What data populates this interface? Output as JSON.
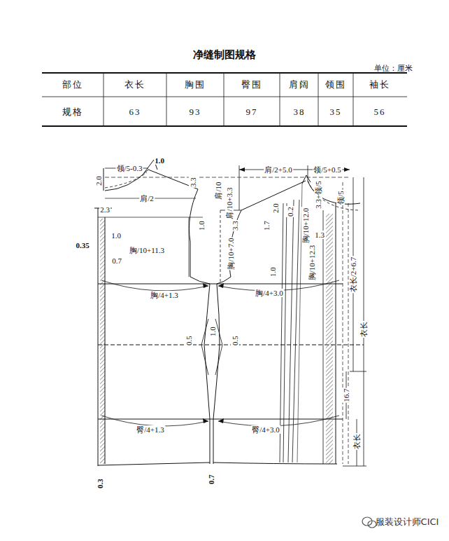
{
  "diagram": {
    "title": "净缝制图规格",
    "labels": [
      "单位：厘米",
      "部位",
      "衣长",
      "胸围",
      "臀围",
      "肩阔",
      "领围",
      "袖长",
      "规格",
      "63",
      "93",
      "97",
      "38",
      "35",
      "56",
      "领/5-0.3",
      "1.0",
      "2.0",
      "肩/2",
      "3.3",
      "2.3",
      "1.0",
      "0.35",
      "胸/10+11.3",
      "0.7",
      "1.0",
      "肩/10",
      "肩/10+3.3",
      "3.3",
      "胸/10+7.0",
      "1.7",
      "2.0",
      "0.2",
      "肩/2+5.0",
      "领/5+0.5",
      "3.3+领/5",
      "领/5",
      "胸/10+12.0",
      "1.3",
      "1.0",
      "胸/10+12.3",
      "衣长/2+6.7",
      "胸/4+1.3",
      "胸/4+3.0",
      "0.5",
      "1.0",
      "0.5",
      "衣长",
      "16.7",
      "臀/4+1.3",
      "臀/4+3.0",
      "衣长",
      "0.3",
      "0.7",
      "服装设计师CICI"
    ]
  }
}
